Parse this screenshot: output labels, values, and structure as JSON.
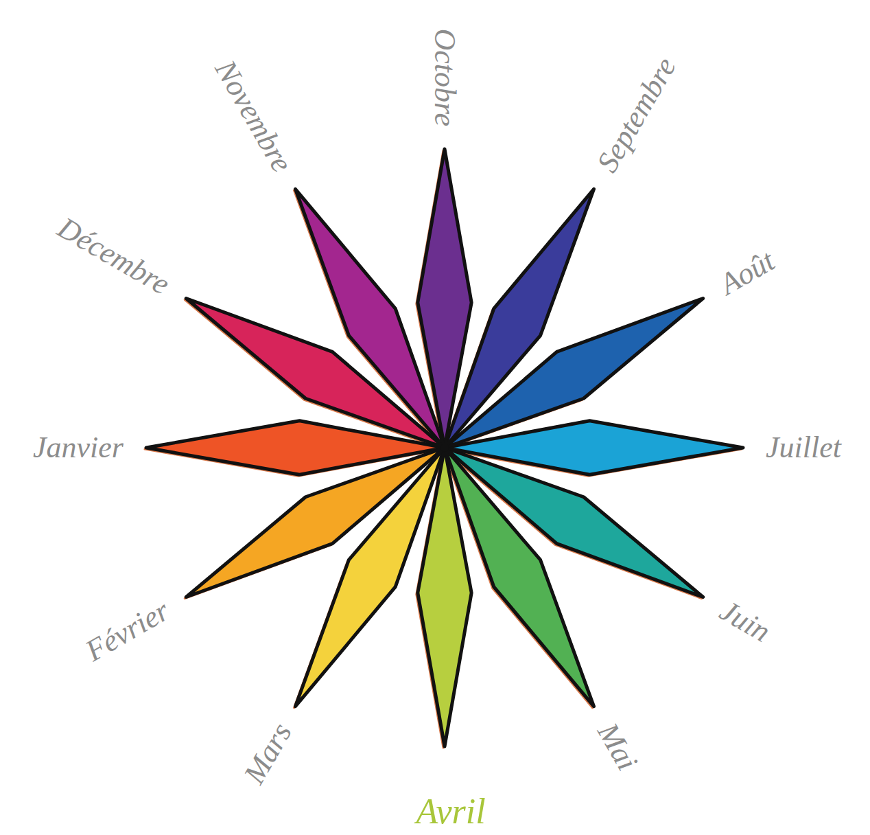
{
  "diagram": {
    "labels": [
      "Janvier",
      "Février",
      "Mars",
      "Avril",
      "Mai",
      "Juin",
      "Juillet",
      "Août",
      "Septembre",
      "Octobre",
      "Novembre",
      "Décembre"
    ]
  }
}
